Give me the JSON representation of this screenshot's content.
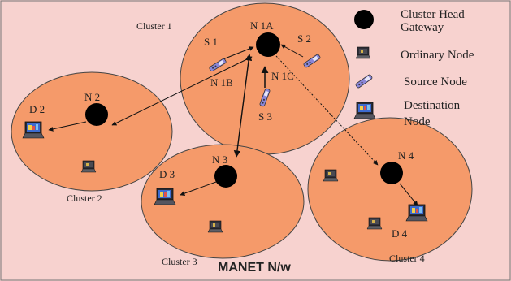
{
  "colors": {
    "background": "#f7d2cf",
    "cluster_fill": "#f59a6a",
    "cluster_stroke": "#444444",
    "head_fill": "#000000",
    "text": "#222222",
    "link": "#111111"
  },
  "title": "MANET N/w",
  "clusters": [
    {
      "id": "c1",
      "label": "Cluster 1"
    },
    {
      "id": "c2",
      "label": "Cluster 2"
    },
    {
      "id": "c3",
      "label": "Cluster 3"
    },
    {
      "id": "c4",
      "label": "Cluster 4"
    }
  ],
  "heads": [
    {
      "id": "n1a",
      "label": "N 1A"
    },
    {
      "id": "n2",
      "label": "N 2"
    },
    {
      "id": "n3",
      "label": "N 3"
    },
    {
      "id": "n4",
      "label": "N 4"
    }
  ],
  "source_nodes": [
    {
      "id": "s1",
      "label": "S 1"
    },
    {
      "id": "s2",
      "label": "S 2"
    },
    {
      "id": "s3",
      "label": "S 3"
    }
  ],
  "destination_nodes": [
    {
      "id": "d2",
      "label": "D 2"
    },
    {
      "id": "d3",
      "label": "D 3"
    },
    {
      "id": "d4",
      "label": "D 4"
    }
  ],
  "link_labels": [
    {
      "id": "n1b",
      "label": "N 1B"
    },
    {
      "id": "n1c",
      "label": "N 1C"
    }
  ],
  "legend": [
    {
      "key": "cluster_head",
      "lines": [
        "Cluster Head",
        "Gateway"
      ],
      "icon": "black-circle-icon"
    },
    {
      "key": "ordinary",
      "lines": [
        "Ordinary Node"
      ],
      "icon": "laptop-icon"
    },
    {
      "key": "source",
      "lines": [
        "Source Node"
      ],
      "icon": "phone-icon"
    },
    {
      "key": "destination",
      "lines": [
        "Destination",
        "Node"
      ],
      "icon": "laptop-icon"
    }
  ]
}
